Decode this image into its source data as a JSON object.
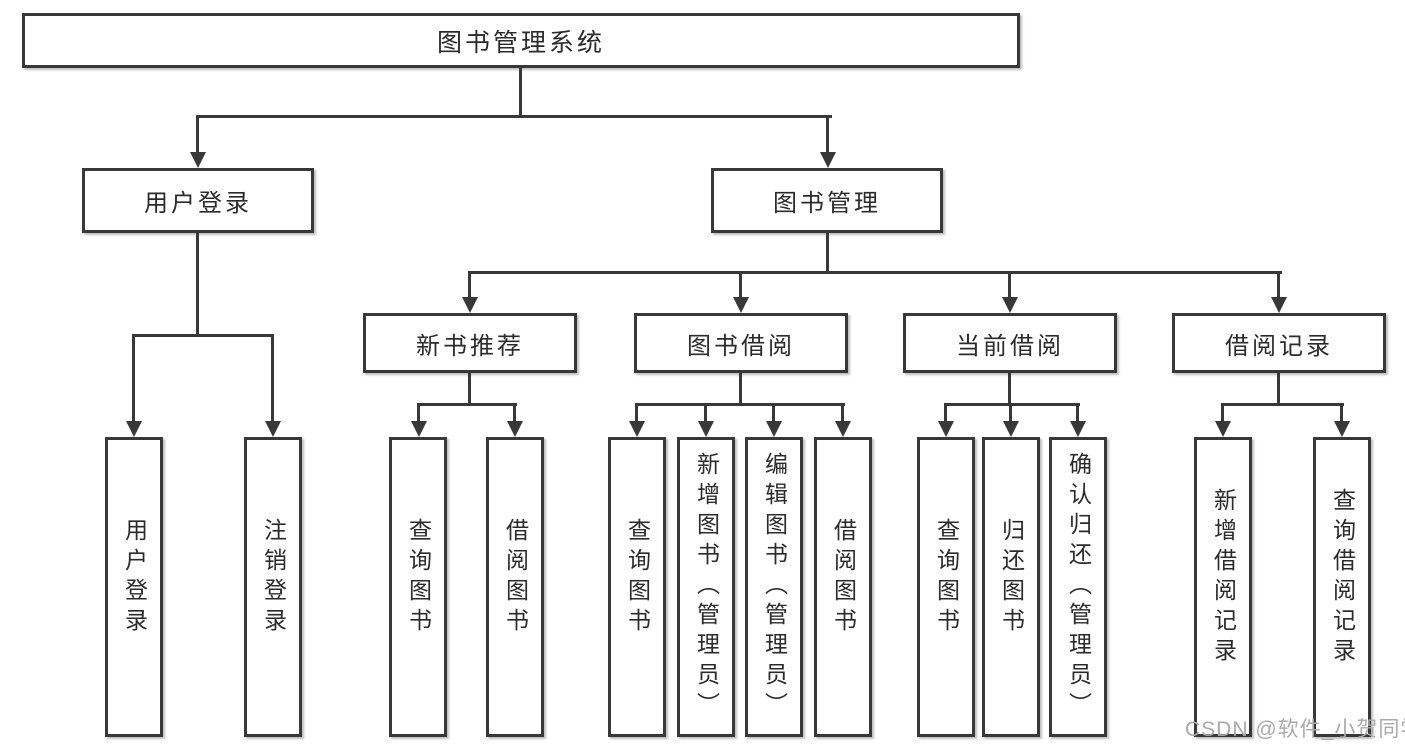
{
  "diagram": {
    "root": "图书管理系统",
    "level2": {
      "user_login": "用户登录",
      "book_management": "图书管理"
    },
    "user_login_children": [
      "用户登录",
      "注销登录"
    ],
    "level3": [
      "新书推荐",
      "图书借阅",
      "当前借阅",
      "借阅记录"
    ],
    "new_book_children": [
      "查询图书",
      "借阅图书"
    ],
    "borrowing_children": [
      "查询图书",
      "新增图书（管理员）",
      "编辑图书（管理员）",
      "借阅图书"
    ],
    "current_children": [
      "查询图书",
      "归还图书",
      "确认归还（管理员）"
    ],
    "records_children": [
      "新增借阅记录",
      "查询借阅记录"
    ],
    "watermark": "CSDN @软件_小贺同学",
    "colors": {
      "line": "#383838",
      "border": "#383838",
      "fill": "#ffffff",
      "text": "#2b2b2b",
      "watermark": "#aaaaaa",
      "background": "#ffffff"
    }
  }
}
